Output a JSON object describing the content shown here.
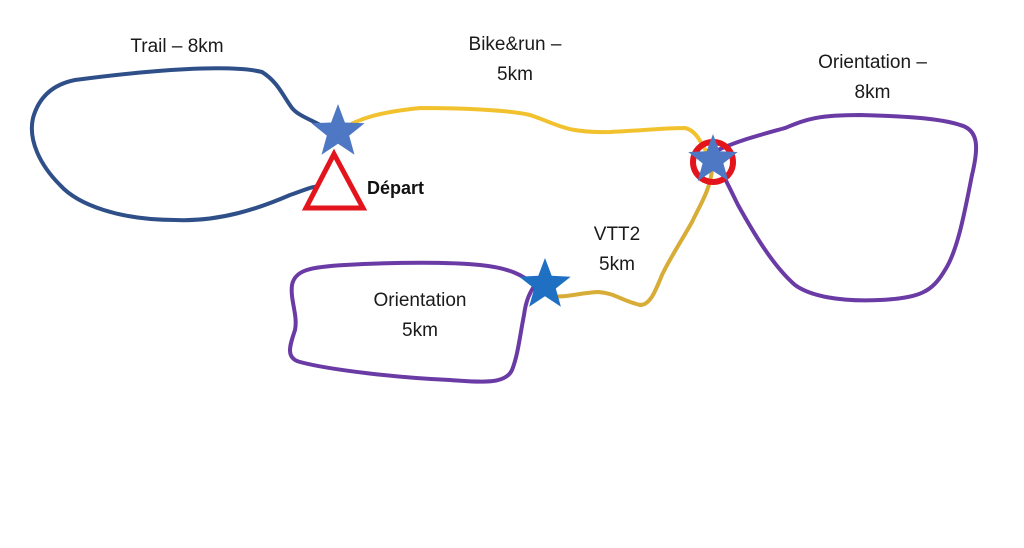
{
  "colors": {
    "trail": "#2e4f88",
    "bike_run": "#f2c12e",
    "vtt2": "#d7ac37",
    "orientation": "#6a3aa5",
    "start": "#e3141b",
    "checkpoint_star": "#4f78c4",
    "final_star": "#1f6fc2"
  },
  "legs": {
    "trail": {
      "line1": "Trail – 8km"
    },
    "bike_run": {
      "line1": "Bike&run –",
      "line2": "5km"
    },
    "orientation_east": {
      "line1": "Orientation –",
      "line2": "8km"
    },
    "vtt2": {
      "line1": "VTT2",
      "line2": "5km"
    },
    "orientation_south": {
      "line1": "Orientation",
      "line2": "5km"
    }
  },
  "start": {
    "label": "Départ"
  },
  "icons": {
    "start": "triangle-icon",
    "transition": "star-icon",
    "target": "target-circle-icon"
  }
}
